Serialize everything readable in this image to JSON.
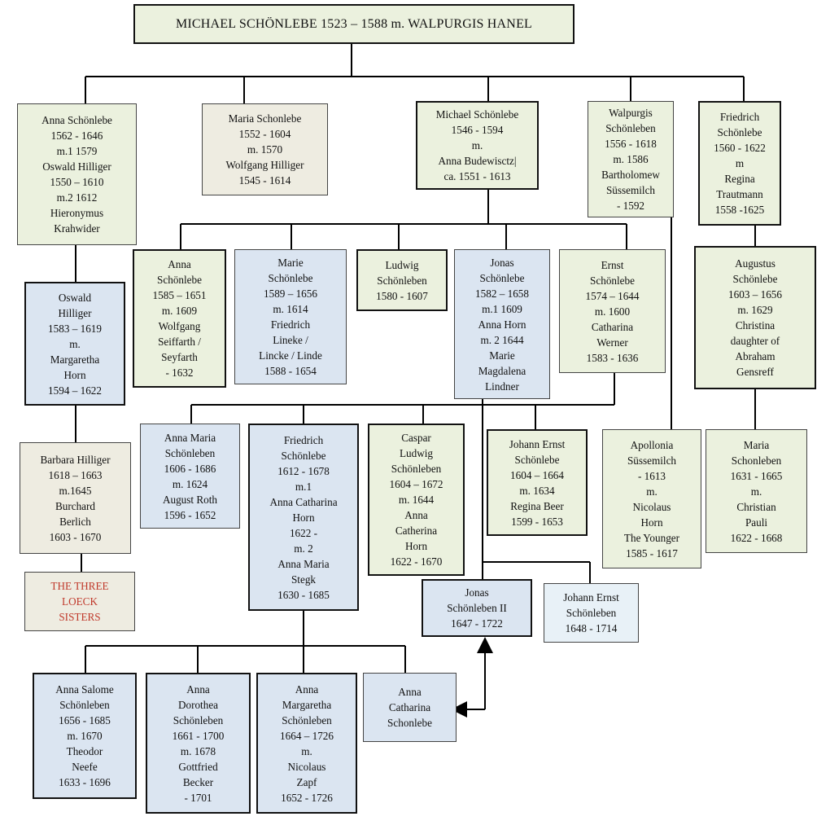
{
  "colors": {
    "green": "#ebf1de",
    "beige": "#eeece1",
    "blue": "#dbe5f1",
    "light_blue": "#e8f1f7",
    "red_text": "#c0392b",
    "lines": "#000000"
  },
  "root": "MICHAEL SCHÖNLEBE 1523 – 1588 m. WALPURGIS HANEL",
  "persons": {
    "anna_schonlebe_1562": "Anna Schönlebe\n1562 - 1646\nm.1 1579\nOswald Hilliger\n1550 – 1610\nm.2 1612\nHieronymus\nKrahwider",
    "maria_schonlebe_1552": "Maria Schonlebe\n1552 - 1604\nm. 1570\nWolfgang Hilliger\n1545 - 1614",
    "michael_schonlebe_1546": "Michael Schönlebe\n1546 - 1594\nm.\nAnna Budewisctz|\nca. 1551 - 1613",
    "walpurgis_schonleben": "Walpurgis\nSchönleben\n1556 - 1618\nm. 1586\nBartholomew\nSüssemilch\n- 1592",
    "friedrich_schonlebe_1560": "Friedrich\nSchönlebe\n1560 - 1622\nm\nRegina\nTrautmann\n1558 -1625",
    "anna_schonlebe_1585": "Anna\nSchönlebe\n1585 – 1651\nm. 1609\nWolfgang\nSeiffarth /\nSeyfarth\n- 1632",
    "marie_schonlebe_1589": "Marie\nSchönlebe\n1589 – 1656\nm. 1614\nFriedrich\nLineke /\nLincke / Linde\n1588 - 1654",
    "ludwig_schonleben": "Ludwig\nSchönleben\n1580 - 1607",
    "jonas_schonlebe_1582": "Jonas\nSchönlebe\n1582 – 1658\nm.1 1609\nAnna Horn\nm. 2 1644\nMarie\nMagdalena\nLindner",
    "ernst_schonlebe_1574": "Ernst\nSchönlebe\n1574 – 1644\nm. 1600\nCatharina\nWerner\n1583 - 1636",
    "augustus_schonlebe": "Augustus\nSchönlebe\n1603 – 1656\nm. 1629\nChristina\ndaughter of\nAbraham\nGensreff",
    "oswald_hilliger_1583": "Oswald\nHilliger\n1583 – 1619\nm.\nMargaretha\nHorn\n1594 – 1622",
    "anna_maria_schonleben_1606": "Anna Maria\nSchönleben\n1606 - 1686\nm. 1624\nAugust Roth\n1596 - 1652",
    "friedrich_schonlebe_1612": "Friedrich\nSchönlebe\n1612 - 1678\nm.1\nAnna Catharina\nHorn\n1622 -\nm. 2\nAnna Maria\nStegk\n1630 - 1685",
    "caspar_ludwig": "Caspar\nLudwig\nSchönleben\n1604 – 1672\nm. 1644\nAnna\nCatherina\nHorn\n1622 - 1670",
    "johann_ernst_1604": "Johann Ernst\nSchönlebe\n1604 – 1664\nm. 1634\nRegina Beer\n1599 - 1653",
    "apollonia": "Apollonia\nSüssemilch\n- 1613\nm.\nNicolaus\nHorn\nThe Younger\n1585 - 1617",
    "maria_schonleben_1631": "Maria\nSchonleben\n1631 - 1665\nm.\nChristian\nPauli\n1622 - 1668",
    "barbara_hilliger": "Barbara Hilliger\n1618 – 1663\nm.1645\nBurchard\nBerlich\n1603 - 1670",
    "three_loeck_sisters": "THE THREE\nLOECK\nSISTERS",
    "jonas_ii": "Jonas\nSchönleben II\n1647 - 1722",
    "johann_ernst_1648": "Johann Ernst\nSchönleben\n1648 - 1714",
    "anna_salome": "Anna Salome\nSchönleben\n1656 - 1685\nm. 1670\nTheodor\nNeefe\n1633 - 1696",
    "anna_dorothea": "Anna\nDorothea\nSchönleben\n1661 - 1700\nm. 1678\nGottfried\nBecker\n- 1701",
    "anna_margaretha": "Anna\nMargaretha\nSchönleben\n1664 – 1726\nm.\nNicolaus\nZapf\n1652 - 1726",
    "anna_catharina_schonlebe": "Anna\nCatharina\nSchonlebe"
  }
}
